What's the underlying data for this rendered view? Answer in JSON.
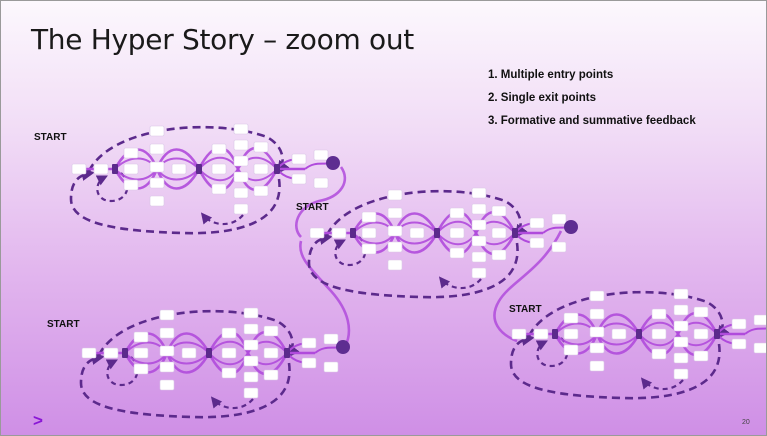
{
  "slide": {
    "title": "The Hyper Story – zoom out",
    "points": [
      "1. Multiple entry points",
      "2. Single exit points",
      "3. Formative and summative feedback"
    ],
    "start_label": "START",
    "footer_logo": ">",
    "page_number": "20"
  },
  "colors": {
    "story_path": "#b04bdc",
    "dashed_loop": "#5c2a8c",
    "exit_dot": "#5e2d91",
    "node_fill": "#ffffff",
    "logo": "#8a17d6"
  },
  "icons": {
    "arrowhead": "arrow-icon",
    "exit": "exit-dot-icon"
  }
}
